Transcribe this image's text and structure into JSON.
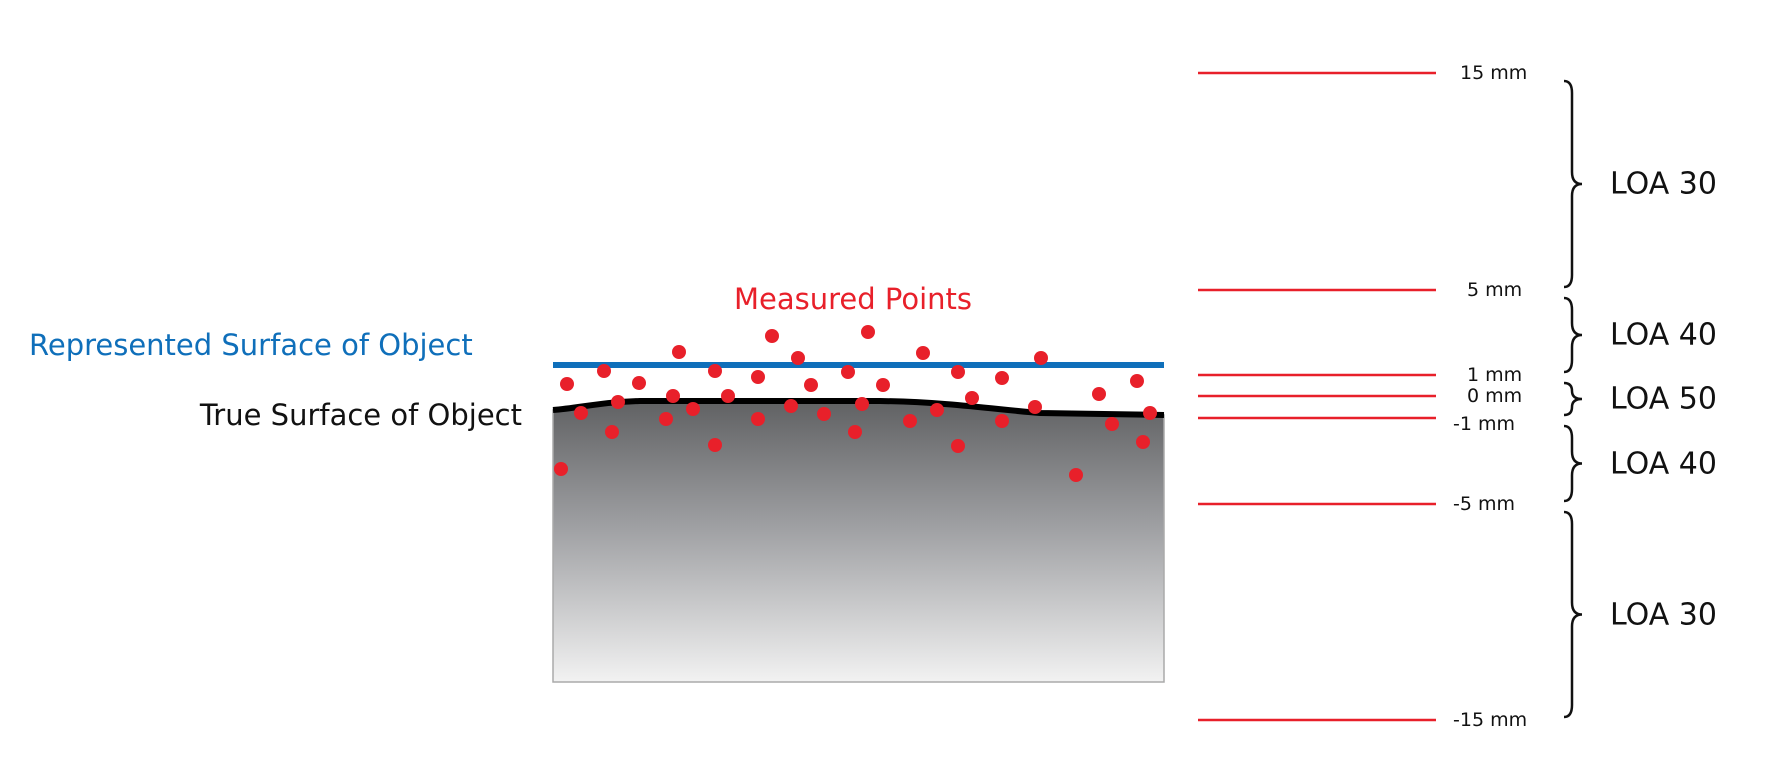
{
  "labels": {
    "represented_surface": "Represented Surface of Object",
    "true_surface": "True Surface of Object",
    "measured_points": "Measured Points"
  },
  "tolerance_levels": [
    {
      "value_mm": 15,
      "label": "15 mm"
    },
    {
      "value_mm": 5,
      "label": "5 mm"
    },
    {
      "value_mm": 1,
      "label": "1 mm"
    },
    {
      "value_mm": 0,
      "label": "0 mm"
    },
    {
      "value_mm": -1,
      "label": "-1 mm"
    },
    {
      "value_mm": -5,
      "label": "-5 mm"
    },
    {
      "value_mm": -15,
      "label": "-15 mm"
    }
  ],
  "loa_bands": [
    {
      "from_mm": 15,
      "to_mm": 5,
      "label": "LOA 30"
    },
    {
      "from_mm": 5,
      "to_mm": 1,
      "label": "LOA 40"
    },
    {
      "from_mm": 1,
      "to_mm": -1,
      "label": "LOA 50"
    },
    {
      "from_mm": -1,
      "to_mm": -5,
      "label": "LOA 40"
    },
    {
      "from_mm": -5,
      "to_mm": -15,
      "label": "LOA 30"
    }
  ],
  "colors": {
    "represented": "#0f6fba",
    "points": "#e8202a",
    "levels": "#e8202a",
    "true_surface": "#000000"
  }
}
